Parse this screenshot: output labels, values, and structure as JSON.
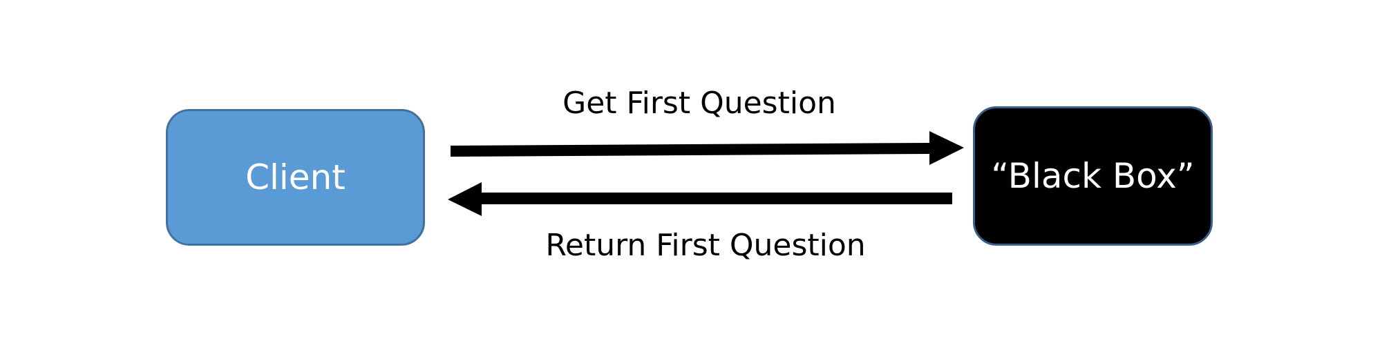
{
  "nodes": {
    "client": {
      "label": "Client",
      "color": "#5b9bd5"
    },
    "black_box": {
      "label": "“Black Box”",
      "color": "#000000"
    }
  },
  "edges": {
    "request": {
      "label": "Get First Question",
      "from": "client",
      "to": "black_box"
    },
    "response": {
      "label": "Return First Question",
      "from": "black_box",
      "to": "client"
    }
  }
}
